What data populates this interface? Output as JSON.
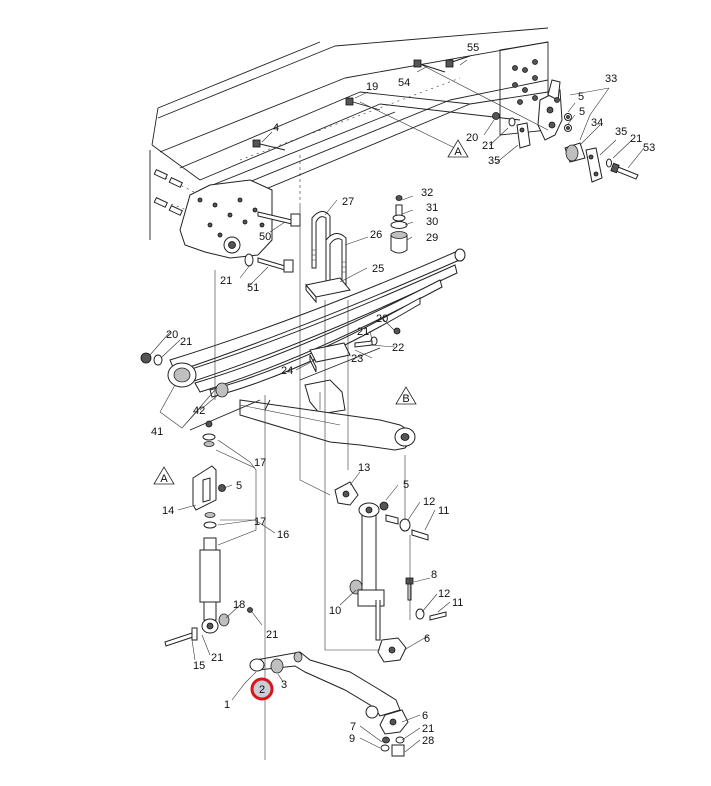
{
  "diagram": {
    "highlight_color": "#d9141b",
    "highlight_fill": "#c8cdd6",
    "highlighted_part": "2",
    "reference_markers": [
      "A",
      "A",
      "B"
    ],
    "part_labels": [
      "55",
      "54",
      "19",
      "4",
      "33",
      "5",
      "5",
      "34",
      "35",
      "21",
      "53",
      "20",
      "21",
      "35",
      "50",
      "27",
      "32",
      "31",
      "30",
      "26",
      "29",
      "21",
      "51",
      "25",
      "20",
      "21",
      "20",
      "21",
      "22",
      "24",
      "23",
      "42",
      "41",
      "B",
      "13",
      "5",
      "12",
      "11",
      "17",
      "A",
      "5",
      "14",
      "17",
      "16",
      "8",
      "10",
      "12",
      "11",
      "6",
      "18",
      "21",
      "15",
      "21",
      "1",
      "3",
      "7",
      "9",
      "6",
      "21",
      "28"
    ]
  }
}
